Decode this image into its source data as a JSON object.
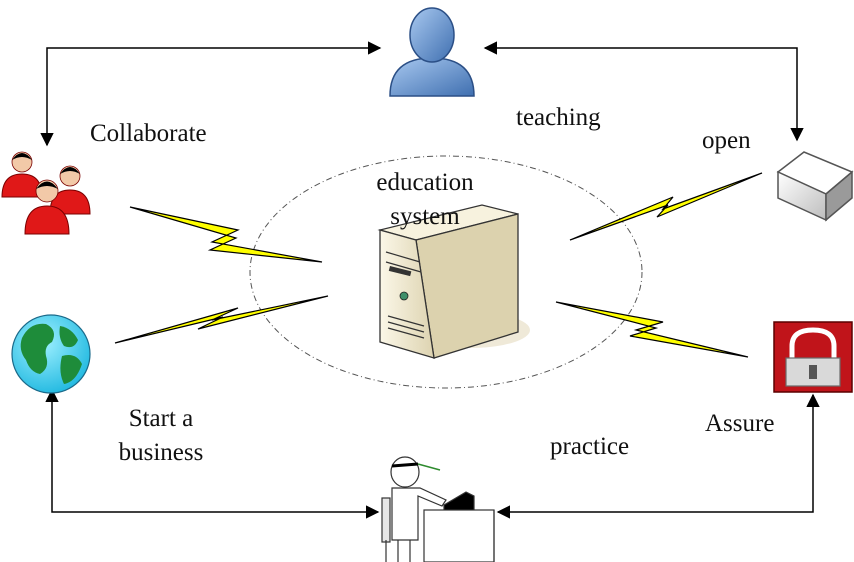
{
  "labels": {
    "collaborate": "Collaborate",
    "teaching": "teaching",
    "open": "open",
    "education_line1": "education",
    "education_line2": "system",
    "start_line1": "Start a",
    "start_line2": "business",
    "practice": "practice",
    "assure": "Assure"
  },
  "colors": {
    "arrow": "#000000",
    "lightning_fill": "#ffff00",
    "server": "#ece4c8",
    "user_icon": "#6f9fd6",
    "people_icon": "#e01818",
    "lock_icon": "#c0141a",
    "globe_ocean": "#3fd4f0",
    "globe_land": "#1e8c3a"
  },
  "icons": [
    "user-icon",
    "people-group-icon",
    "network-box-icon",
    "globe-icon",
    "lock-icon",
    "server-icon",
    "workstation-person-icon",
    "lightning-icon"
  ]
}
